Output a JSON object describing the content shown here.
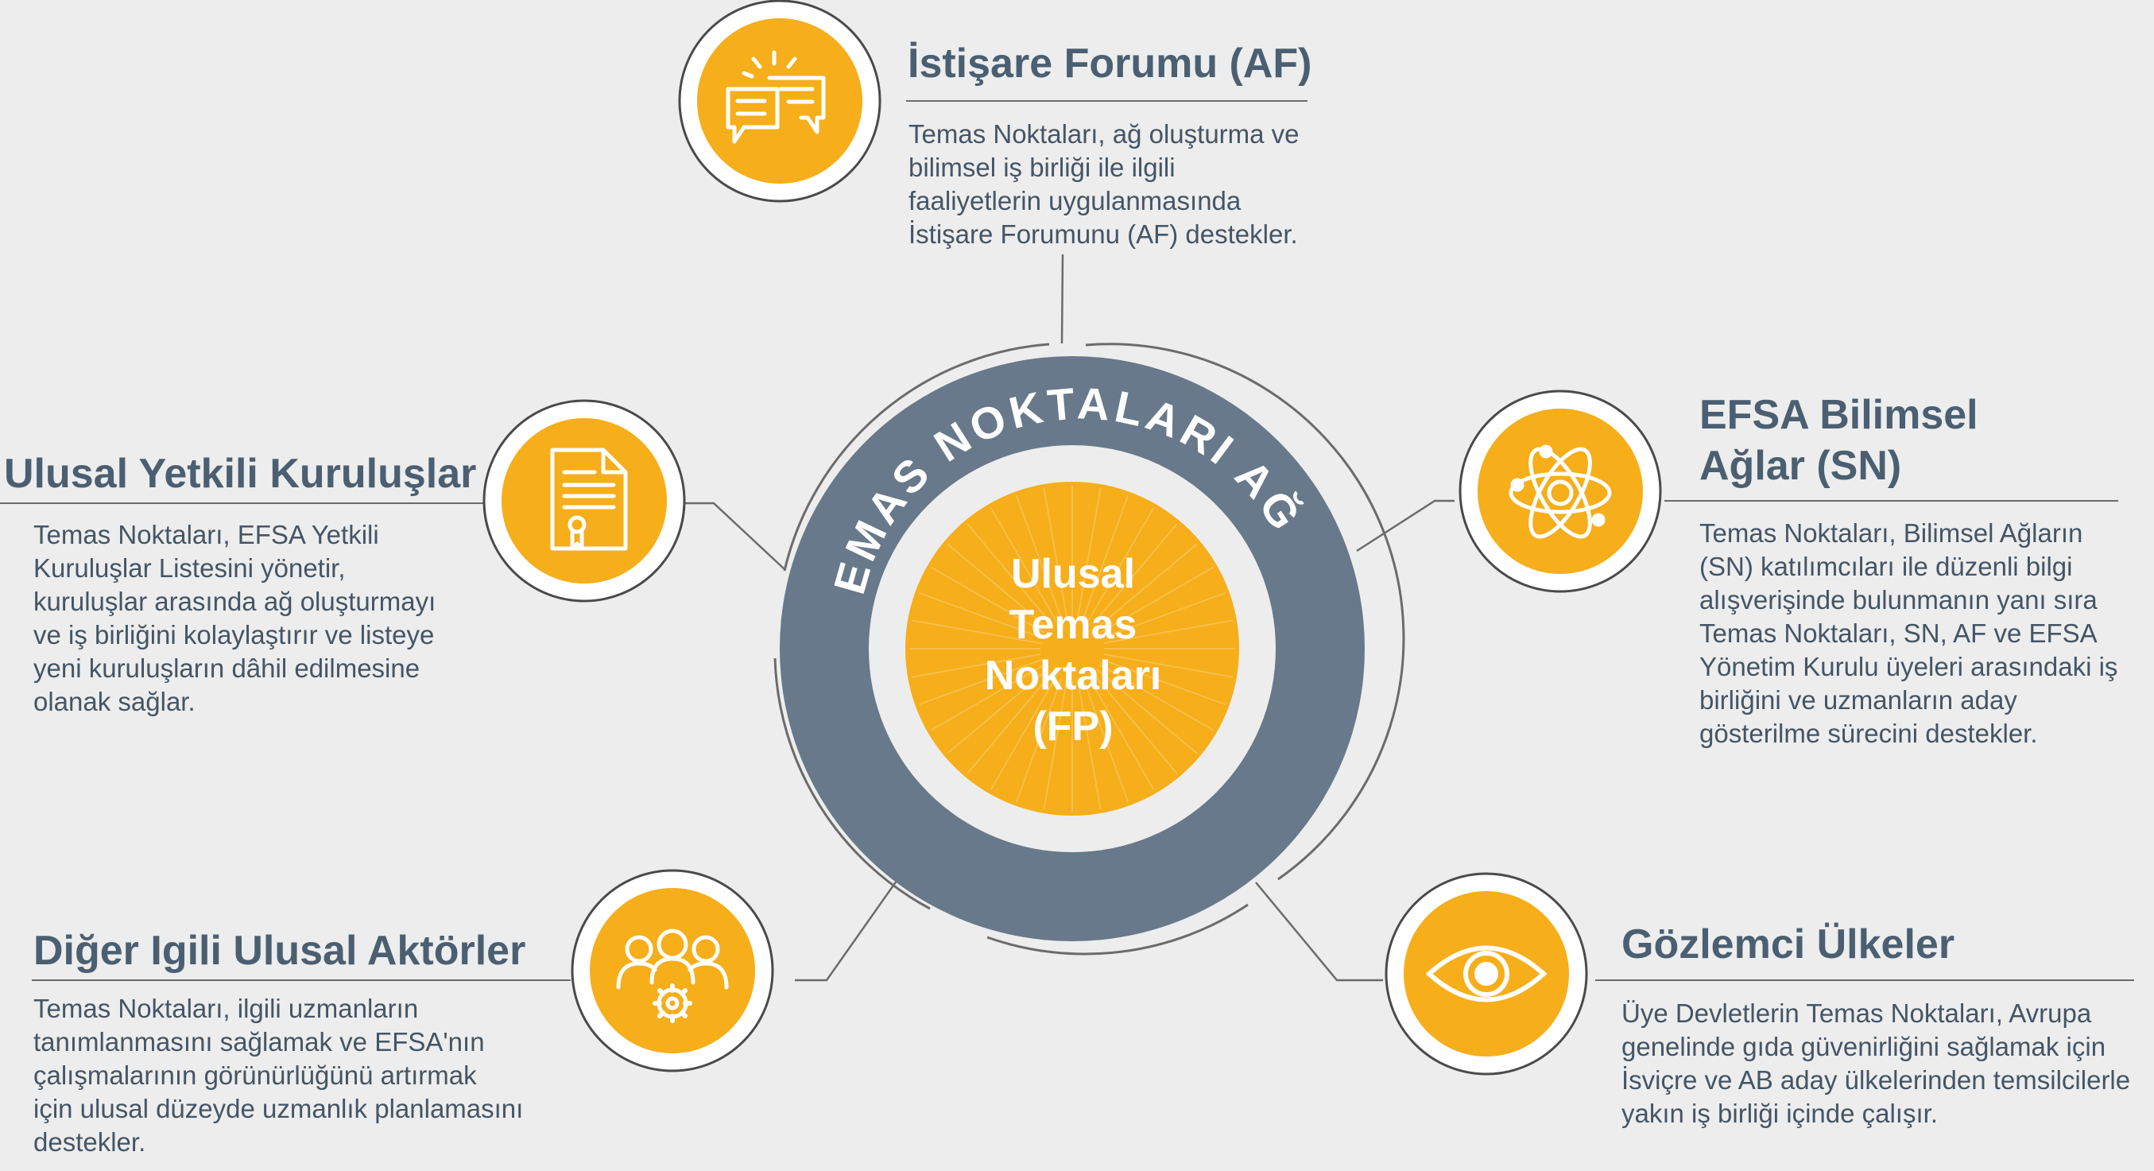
{
  "colors": {
    "accent": "#f6ae1a",
    "ring": "#67798a",
    "text": "#4b5f72",
    "line": "#6b6b6b",
    "background": "#ededed"
  },
  "network": {
    "ring_label": "TEMAS NOKTALARI AĞI",
    "center_lines": [
      "Ulusal",
      "Temas",
      "Noktaları",
      "(FP)"
    ]
  },
  "sections": {
    "forum": {
      "icon": "chat-bubbles-icon",
      "title": "İstişare Forumu (AF)",
      "lines": [
        "Temas Noktaları, ağ oluşturma ve",
        "bilimsel iş birliği ile ilgili",
        "faaliyetlerin uygulanmasında",
        "İstişare Forumunu (AF) destekler."
      ]
    },
    "authorities": {
      "icon": "document-certificate-icon",
      "title": "Ulusal Yetkili Kuruluşlar",
      "lines": [
        "Temas Noktaları, EFSA Yetkili",
        "Kuruluşlar Listesini yönetir,",
        "kuruluşlar arasında ağ oluşturmayı",
        "ve iş birliğini kolaylaştırır ve listeye",
        "yeni kuruluşların dâhil edilmesine",
        "olanak sağlar."
      ]
    },
    "networks": {
      "icon": "atom-icon",
      "title_lines": [
        "EFSA Bilimsel",
        "Ağlar (SN)"
      ],
      "lines": [
        "Temas Noktaları, Bilimsel Ağların",
        "(SN) katılımcıları ile düzenli bilgi",
        "alışverişinde bulunmanın yanı sıra",
        "Temas Noktaları, SN, AF ve EFSA",
        "Yönetim Kurulu üyeleri arasındaki iş",
        "birliğini ve uzmanların aday",
        "gösterilme sürecini destekler."
      ]
    },
    "actors": {
      "icon": "people-gear-icon",
      "title": "Diğer Igili Ulusal Aktörler",
      "lines": [
        "Temas Noktaları, ilgili uzmanların",
        "tanımlanmasını sağlamak ve EFSA'nın",
        "çalışmalarının görünürlüğünü artırmak",
        "için ulusal düzeyde uzmanlık planlamasını",
        "destekler."
      ]
    },
    "observers": {
      "icon": "eye-icon",
      "title": "Gözlemci Ülkeler",
      "lines": [
        "Üye Devletlerin Temas Noktaları, Avrupa",
        "genelinde gıda güvenirliğini sağlamak için",
        "İsviçre ve AB aday ülkelerinden temsilcilerle",
        "yakın iş birliği içinde çalışır."
      ]
    }
  }
}
